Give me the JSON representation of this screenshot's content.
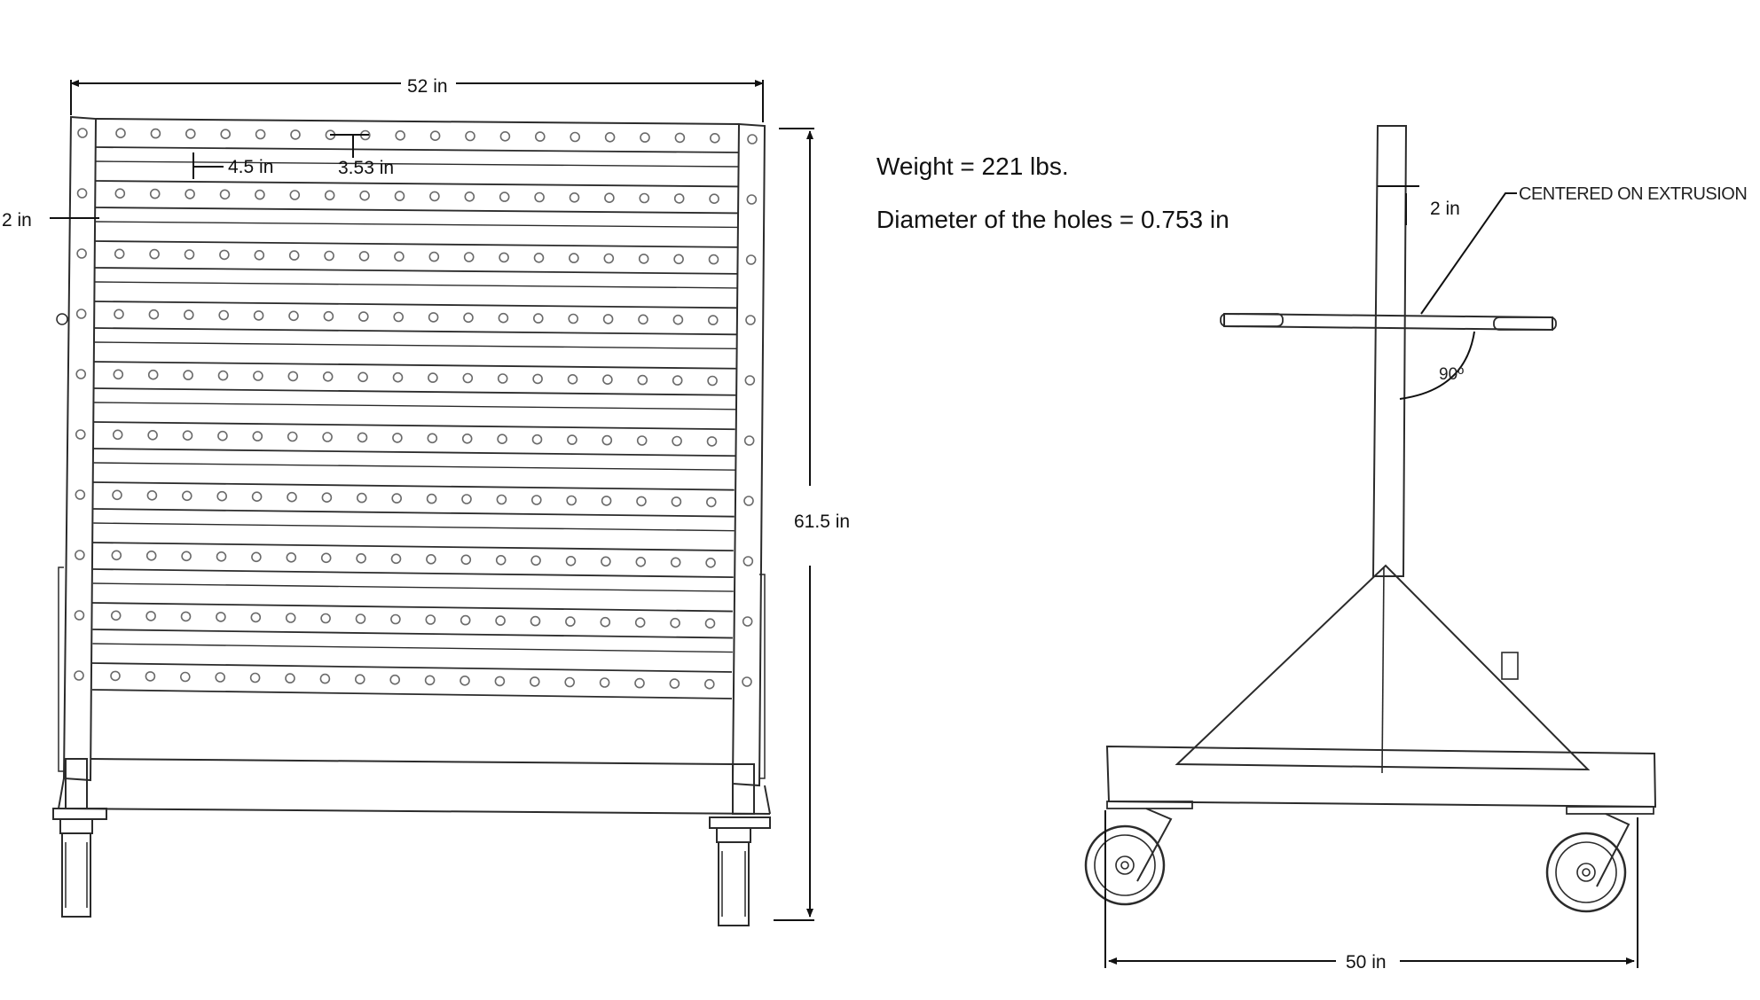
{
  "front_view": {
    "width_dim": "52 in",
    "height_dim": "61.5 in",
    "edge_offset_dim": "2 in",
    "hole_spacing_dim": "4.5 in",
    "hole_pitch_dim": "3.53 in"
  },
  "specs": {
    "weight": "Weight = 221 lbs.",
    "hole_diameter": "Diameter of the holes = 0.753 in"
  },
  "side_view": {
    "post_width_dim": "2 in",
    "callout": "CENTERED ON EXTRUSION",
    "angle": "90º",
    "base_width_dim": "50 in"
  }
}
